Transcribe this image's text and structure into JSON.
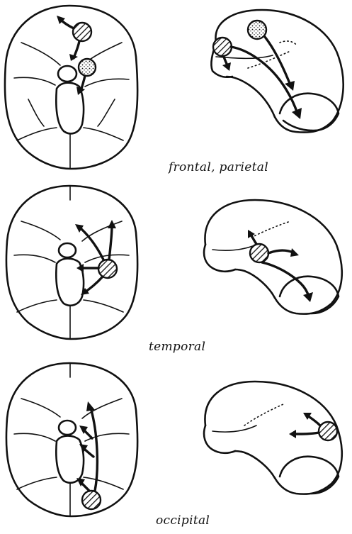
{
  "panels": [
    {
      "caption": "frontal, parietal"
    },
    {
      "caption": "temporal"
    },
    {
      "caption": "occipital"
    }
  ]
}
